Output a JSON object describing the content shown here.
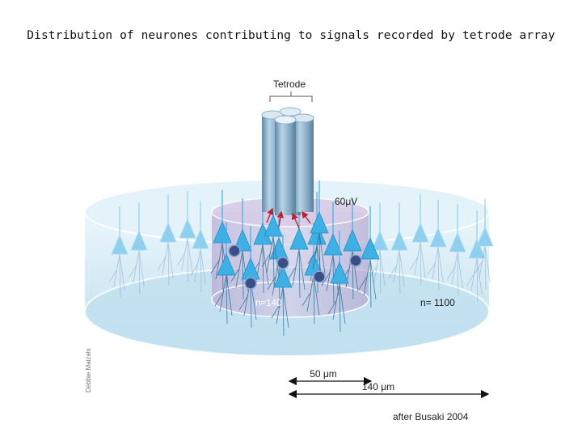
{
  "title": "Distribution of neurones contributing to signals recorded by tetrode array",
  "figure": {
    "tetrode_label": "Tetrode",
    "voltage_label": "60μV",
    "inner_count": "n=140",
    "outer_count": "n= 1100",
    "inner_radius": "50 μm",
    "outer_radius": "140 μm",
    "artist": "Debbie Maizels"
  },
  "citation": "after Busaki 2004",
  "colors": {
    "cylinder_fill": "#d7ecf6",
    "inner_cylinder": "#c7b8dc",
    "neuron": "#3db0e6",
    "neuron_faded": "#8fd0ef",
    "interneuron": "#3a4f86",
    "tetrode": "#7fa9c5",
    "spike_arrow": "#c0202a"
  }
}
